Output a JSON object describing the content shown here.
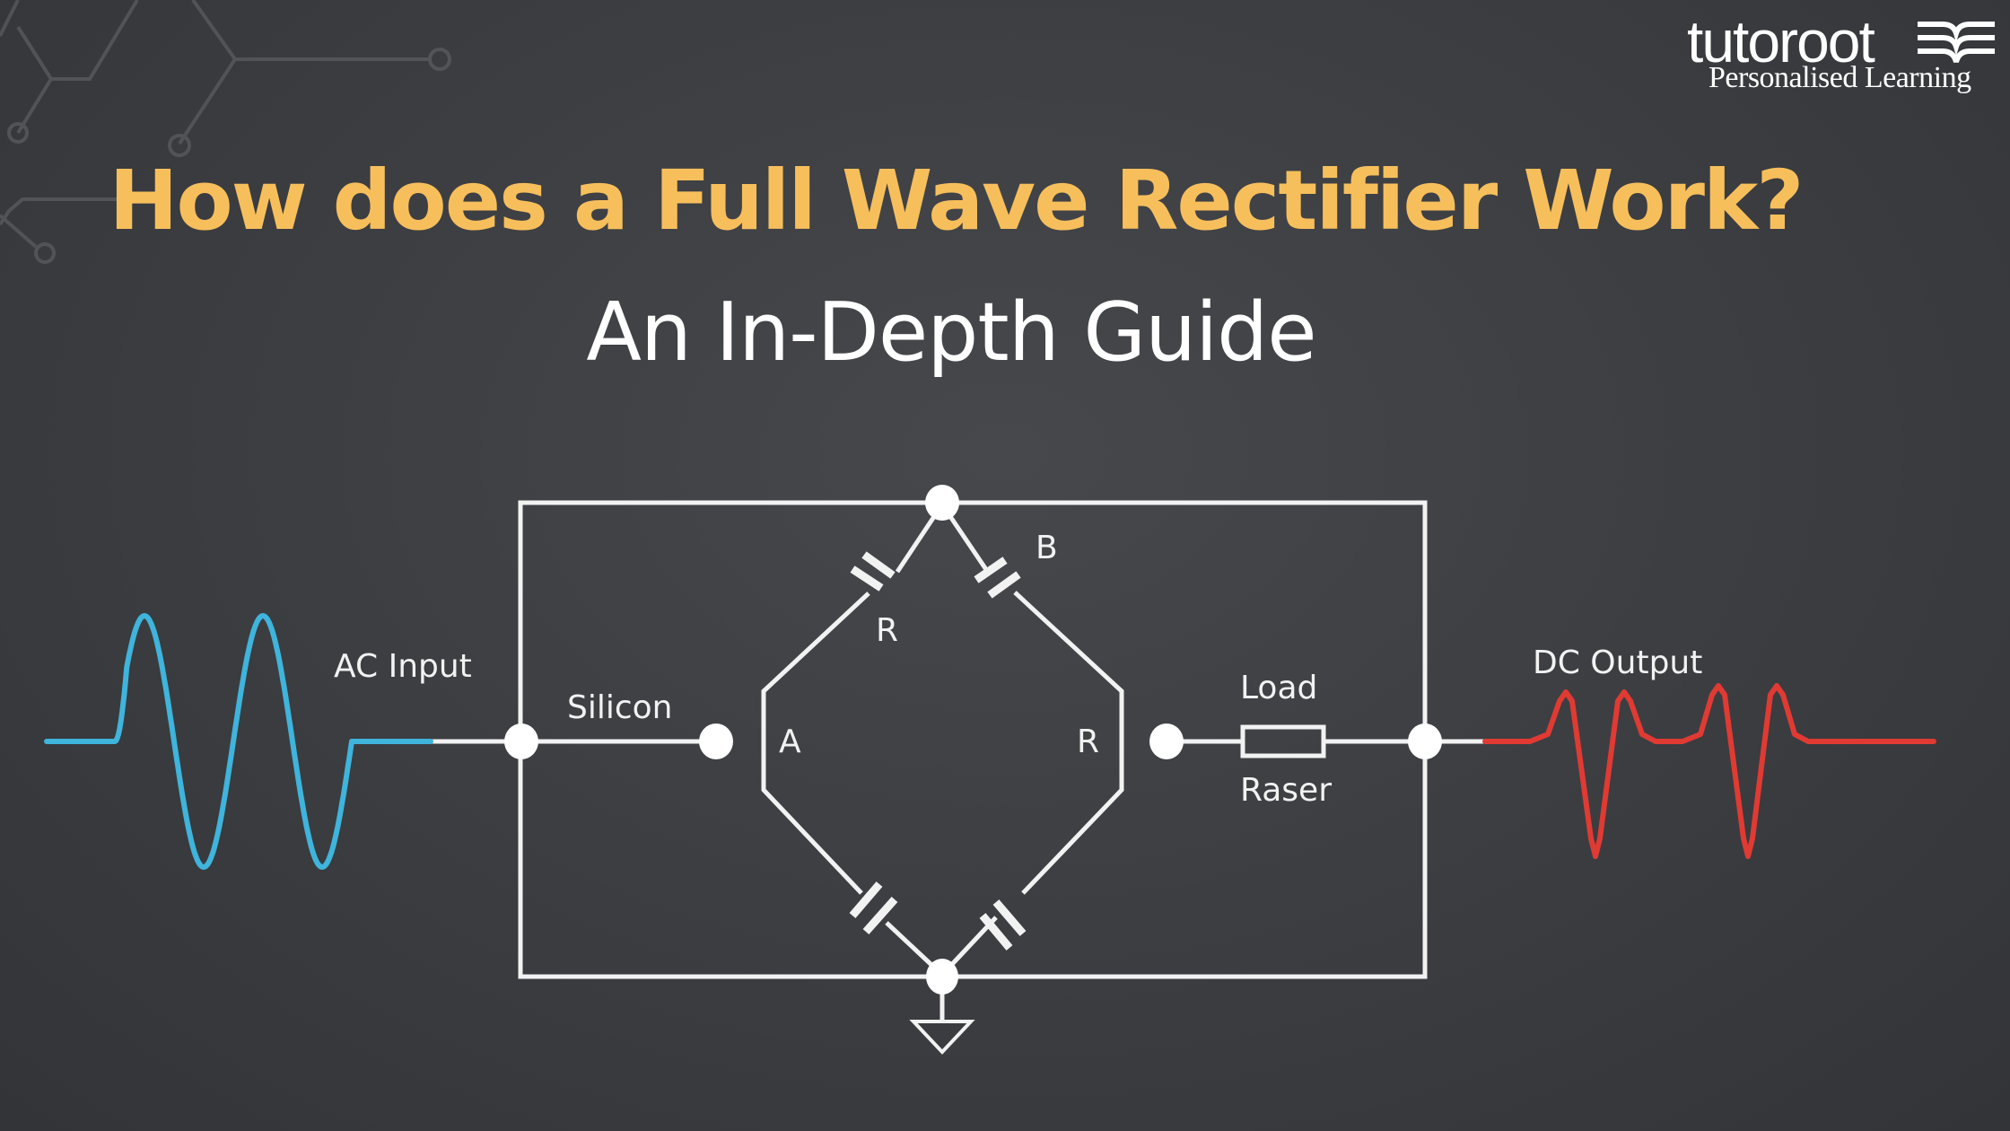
{
  "brand": {
    "name": "tutoroot",
    "tagline": "Personalised Learning",
    "logo_icon": "open-book-icon"
  },
  "header": {
    "title": "How does a Full Wave Rectifier Work?",
    "subtitle": "An In-Depth Guide"
  },
  "diagram": {
    "labels": {
      "ac_input": "AC Input",
      "silicon": "Silicon",
      "node_a": "A",
      "node_b": "B",
      "r_top_left": "R",
      "r_right": "R",
      "load": "Load",
      "raser": "Raser",
      "dc_output": "DC Output"
    },
    "icons": [
      "ground-icon",
      "resistor-icon",
      "capacitor-icon"
    ],
    "colors": {
      "title": "#f7bf5c",
      "subtitle": "#ffffff",
      "wire": "#f2f2f2",
      "ac_wave": "#3fb4dc",
      "dc_wave": "#e03a33",
      "background": "#3b3d41"
    }
  }
}
